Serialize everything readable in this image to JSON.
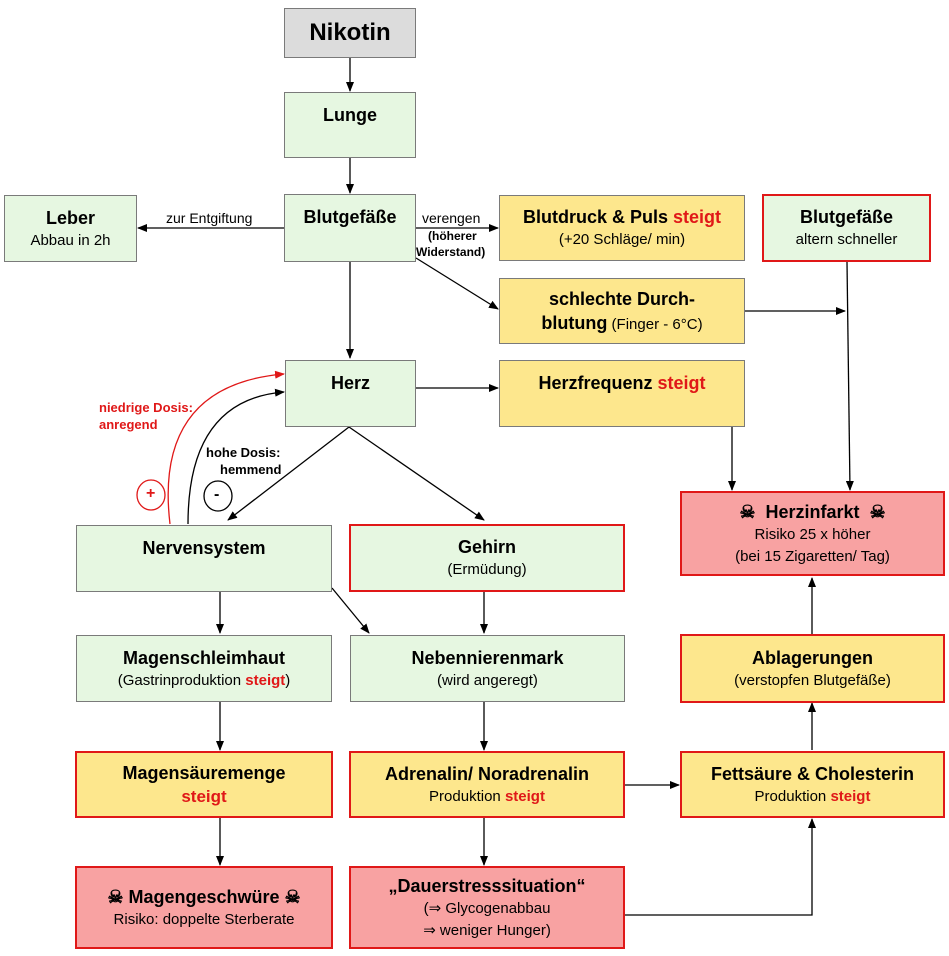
{
  "nodes": {
    "nikotin": {
      "title": "Nikotin"
    },
    "lunge": {
      "title": "Lunge"
    },
    "blutgefaesse": {
      "title": "Blutgefäße"
    },
    "leber": {
      "title": "Leber",
      "sub": "Abbau in 2h"
    },
    "blutdruck": {
      "title": "Blutdruck & Puls ",
      "title_red": "steigt",
      "sub": "(+20 Schläge/ min)"
    },
    "blutgefaesse_altern": {
      "title": "Blutgefäße",
      "sub": "altern schneller"
    },
    "durchblutung": {
      "title_1": "schlechte Durch-",
      "title_2": "blutung",
      "sub": " (Finger - 6°C)"
    },
    "herz": {
      "title": "Herz"
    },
    "herzfrequenz": {
      "title": "Herzfrequenz ",
      "title_red": "steigt"
    },
    "herzinfarkt": {
      "icon": "☠",
      "title": "Herzinfarkt",
      "sub_1": "Risiko 25 x höher",
      "sub_2": "(bei 15 Zigaretten/ Tag)"
    },
    "nervensystem": {
      "title": "Nervensystem"
    },
    "gehirn": {
      "title": "Gehirn",
      "sub": "(Ermüdung)"
    },
    "magenschleimhaut": {
      "title": "Magenschleimhaut",
      "sub_pre": "(Gastrinproduktion ",
      "sub_red": "steigt",
      "sub_post": ")"
    },
    "nebennierenmark": {
      "title": "Nebennierenmark",
      "sub": "(wird angeregt)"
    },
    "ablagerungen": {
      "title": "Ablagerungen",
      "sub": "(verstopfen Blutgefäße)"
    },
    "magensaeure": {
      "title": "Magensäuremenge",
      "title_red": "steigt"
    },
    "adrenalin": {
      "title": "Adrenalin/ Noradrenalin",
      "sub_pre": "Produktion ",
      "sub_red": "steigt"
    },
    "fettsaeure": {
      "title": "Fettsäure & Cholesterin",
      "sub_pre": "Produktion ",
      "sub_red": "steigt"
    },
    "magengeschwuere": {
      "icon": "☠",
      "title": "Magengeschwüre",
      "sub": "Risiko: doppelte Sterberate"
    },
    "dauerstress": {
      "title": "„Dauerstresssituation“",
      "sub_1": "(⇒ Glycogenabbau",
      "sub_2": "⇒ weniger Hunger)"
    }
  },
  "edge_labels": {
    "entgiftung": "zur Entgiftung",
    "verengen_1": "verengen",
    "verengen_2": "(höherer",
    "verengen_3": "Widerstand)",
    "niedrige_1": "niedrige Dosis:",
    "niedrige_2": "anregend",
    "hohe_1": "hohe Dosis:",
    "hohe_2": "hemmend",
    "plus": "+",
    "minus": "-"
  },
  "colors": {
    "green_fill": "#e6f7e1",
    "yellow_fill": "#fde78d",
    "pink_fill": "#f8a2a2",
    "gray_fill": "#dcdcdc",
    "accent_red": "#e01818"
  }
}
